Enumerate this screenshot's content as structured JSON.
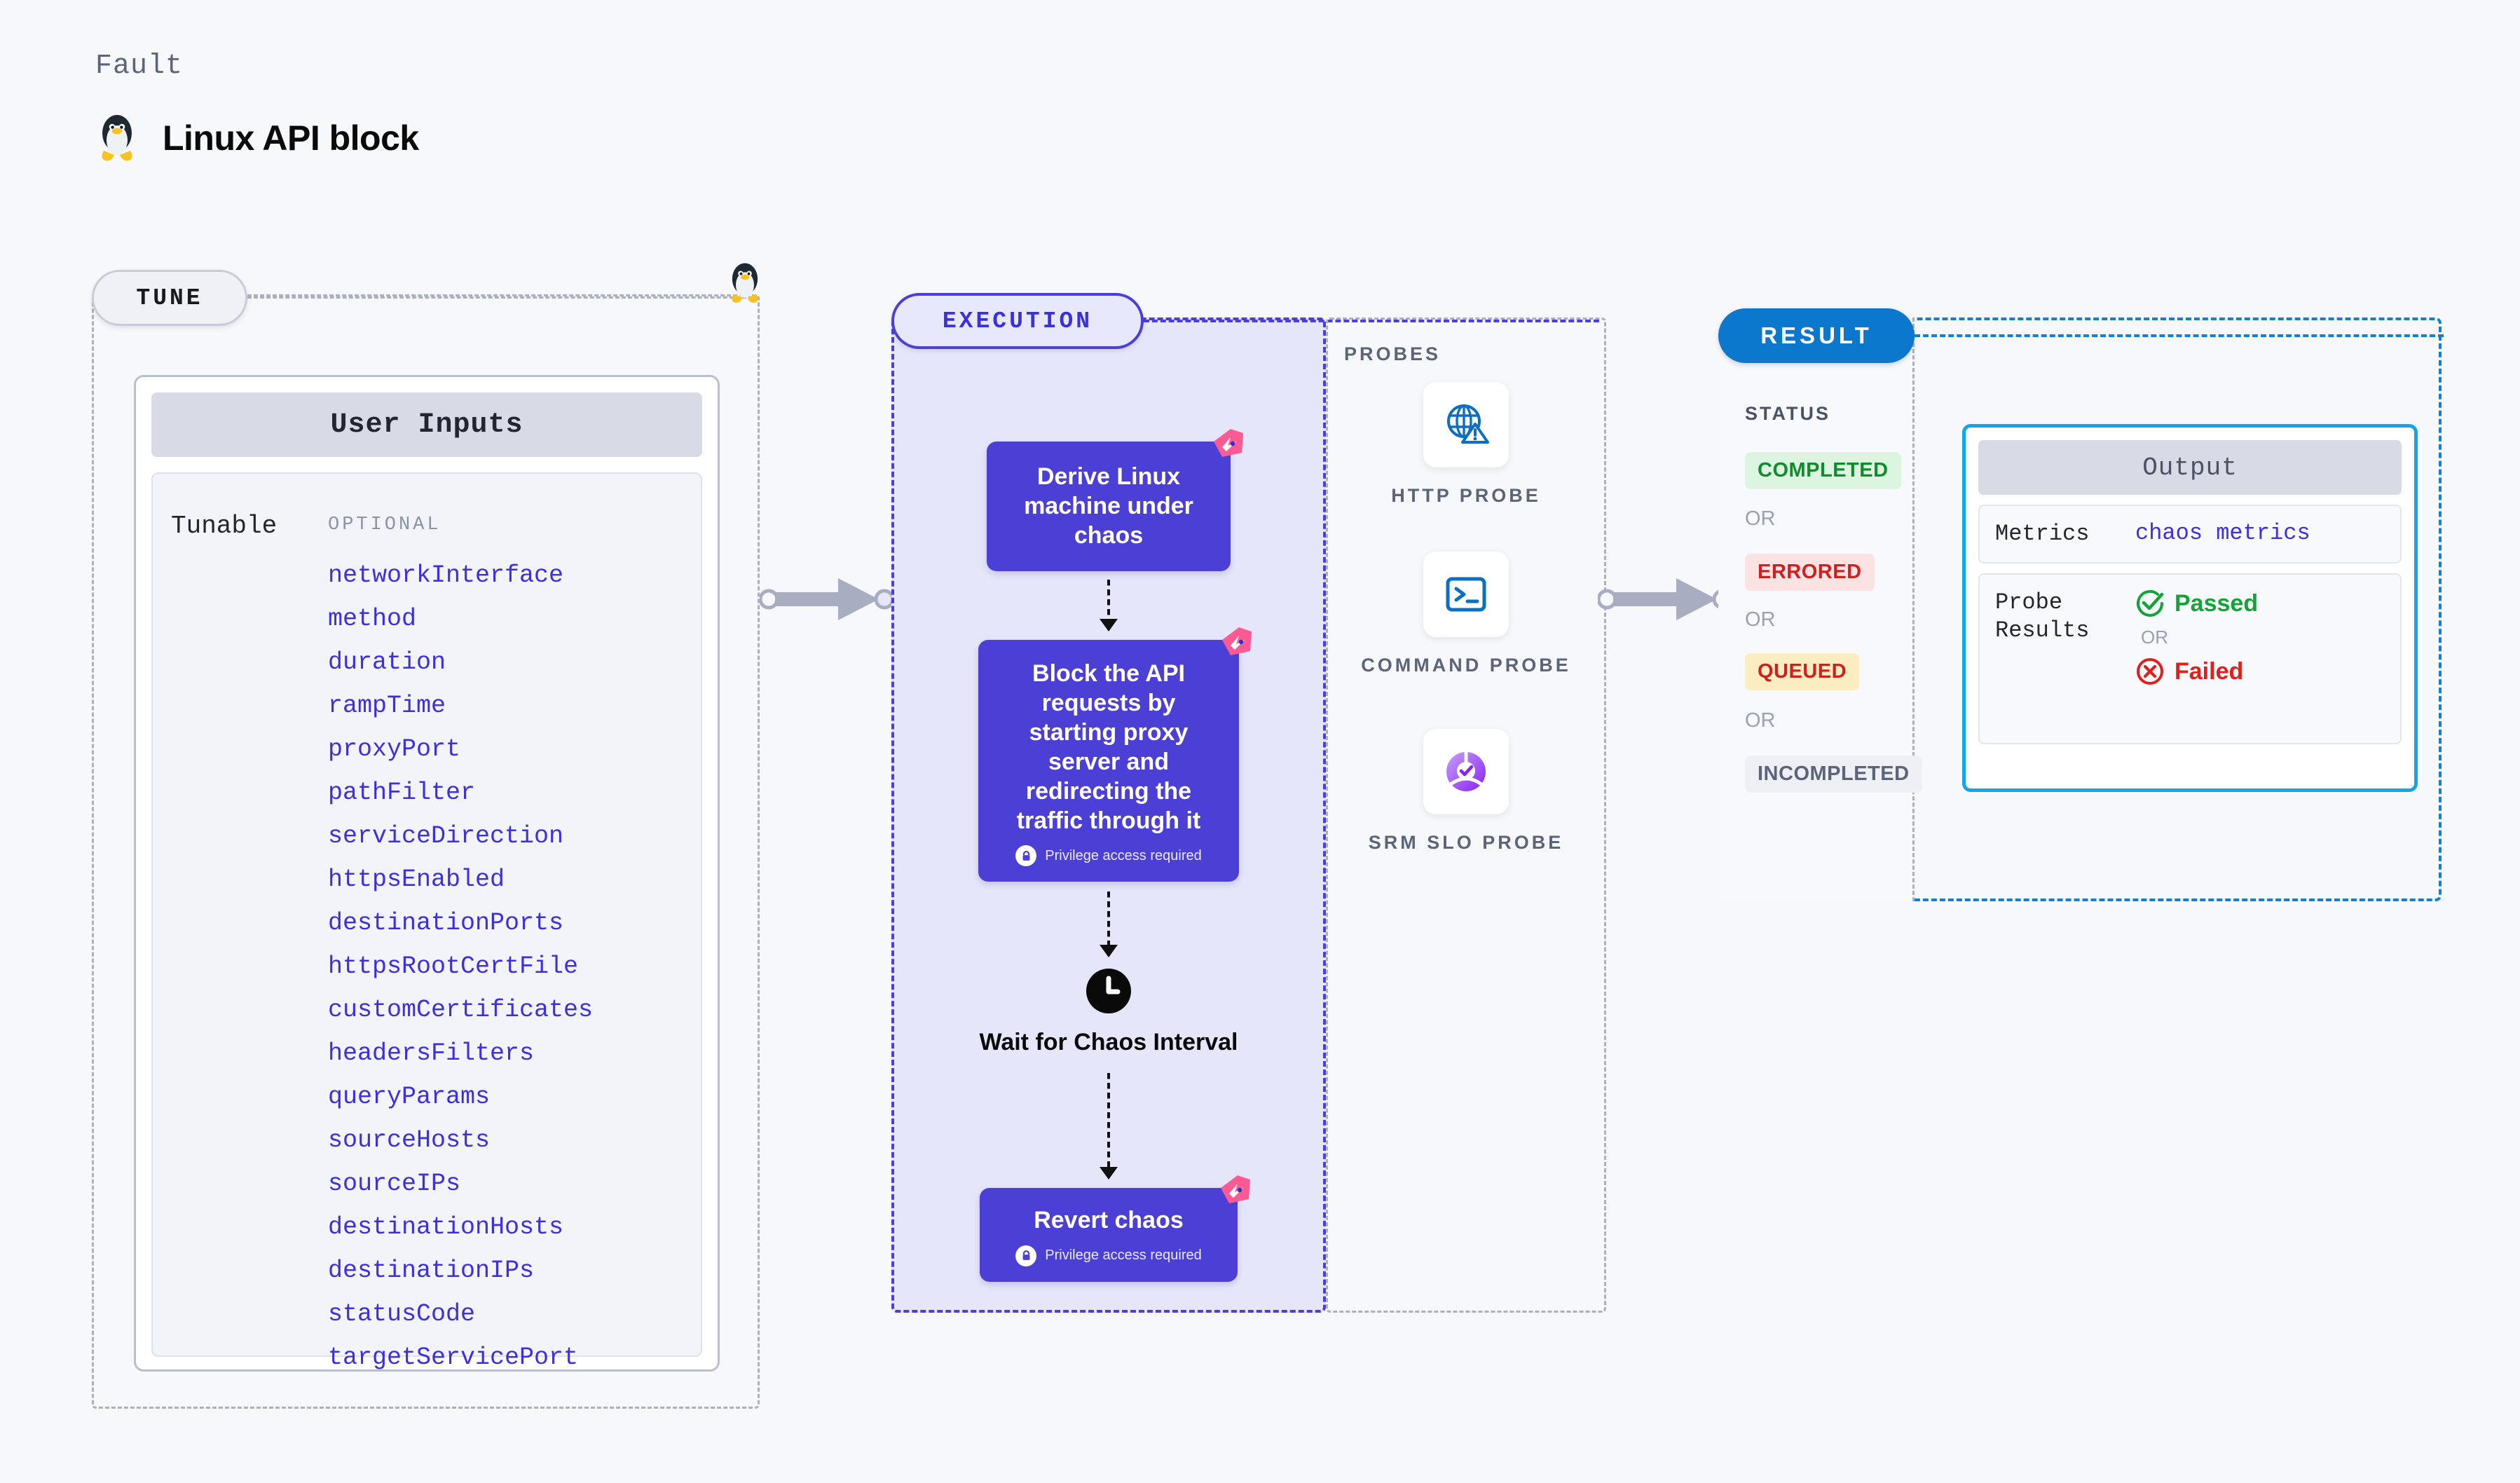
{
  "header": {
    "eyebrow": "Fault",
    "title": "Linux API block",
    "icon": "tux-penguin-icon"
  },
  "tune": {
    "badge": "TUNE",
    "card_header": "User Inputs",
    "row_label": "Tunable",
    "group_label": "OPTIONAL",
    "parameters": [
      "networkInterface",
      "method",
      "duration",
      "rampTime",
      "proxyPort",
      "pathFilter",
      "serviceDirection",
      "httpsEnabled",
      "destinationPorts",
      "httpsRootCertFile",
      "customCertificates",
      "headersFilters",
      "queryParams",
      "sourceHosts",
      "sourceIPs",
      "destinationHosts",
      "destinationIPs",
      "statusCode",
      "targetServicePort"
    ]
  },
  "execution": {
    "badge": "EXECUTION",
    "steps": [
      {
        "title": "Derive Linux machine under chaos",
        "privilege_note": null,
        "has_corner_mark": true,
        "type": "node"
      },
      {
        "title": "Block the API requests by starting proxy server and redirecting the traffic through it",
        "privilege_note": "Privilege access required",
        "has_corner_mark": true,
        "type": "node"
      },
      {
        "title": "Wait for Chaos Interval",
        "privilege_note": null,
        "has_corner_mark": false,
        "type": "clock"
      },
      {
        "title": "Revert chaos",
        "privilege_note": "Privilege access required",
        "has_corner_mark": true,
        "type": "node"
      }
    ]
  },
  "probes": {
    "title": "PROBES",
    "items": [
      {
        "label": "HTTP PROBE",
        "icon": "globe-warning-icon"
      },
      {
        "label": "COMMAND PROBE",
        "icon": "terminal-icon"
      },
      {
        "label": "SRM SLO PROBE",
        "icon": "srm-slo-icon"
      }
    ]
  },
  "result": {
    "badge": "RESULT",
    "status_title": "STATUS",
    "or_label": "OR",
    "statuses": [
      {
        "label": "COMPLETED",
        "bg": "#dcf5e0",
        "fg": "#128a2e"
      },
      {
        "label": "ERRORED",
        "bg": "#fbe3e3",
        "fg": "#cf2020"
      },
      {
        "label": "QUEUED",
        "bg": "#fcecc2",
        "fg": "#cf2020"
      },
      {
        "label": "INCOMPLETED",
        "bg": "#eef0f5",
        "fg": "#5b6478"
      }
    ],
    "output": {
      "header": "Output",
      "metrics_key": "Metrics",
      "metrics_value": "chaos metrics",
      "probe_results_key": "Probe Results",
      "passed_label": "Passed",
      "failed_label": "Failed",
      "or_label": "OR"
    }
  },
  "colors": {
    "accent_purple": "#4b3fd6",
    "accent_blue": "#0b77cd",
    "output_border": "#13a5e8",
    "pink_mark": "#fb5b92",
    "param_text": "#3b2fe0"
  }
}
